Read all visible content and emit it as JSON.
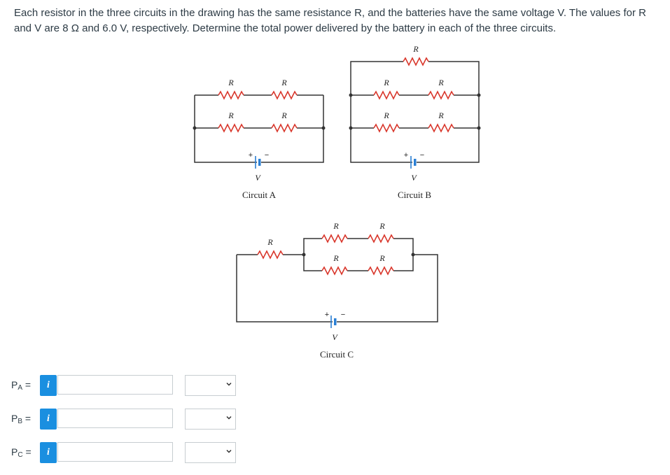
{
  "question": {
    "line1": "Each resistor in the three circuits in the drawing has the same resistance R, and the batteries have the same voltage V. The values for R",
    "line2": "and V are 8 Ω and 6.0 V, respectively. Determine the total power delivered by the battery in each of the three circuits."
  },
  "diagram": {
    "resistor_label": "R",
    "battery_label": "V",
    "plus": "+",
    "minus": "−",
    "circuit_a": "Circuit A",
    "circuit_b": "Circuit B",
    "circuit_c": "Circuit C",
    "wire_color": "#333333",
    "resistor_color": "#d9362b",
    "battery_color": "#2a7fd4"
  },
  "answers": [
    {
      "label": "P",
      "sub": "A",
      "eq": " =",
      "info": "i",
      "value": "",
      "unit": ""
    },
    {
      "label": "P",
      "sub": "B",
      "eq": " =",
      "info": "i",
      "value": "",
      "unit": ""
    },
    {
      "label": "P",
      "sub": "C",
      "eq": " =",
      "info": "i",
      "value": "",
      "unit": ""
    }
  ],
  "colors": {
    "info_button": "#1a8fe0",
    "border": "#c7cdd1",
    "text": "#2d3b45"
  }
}
